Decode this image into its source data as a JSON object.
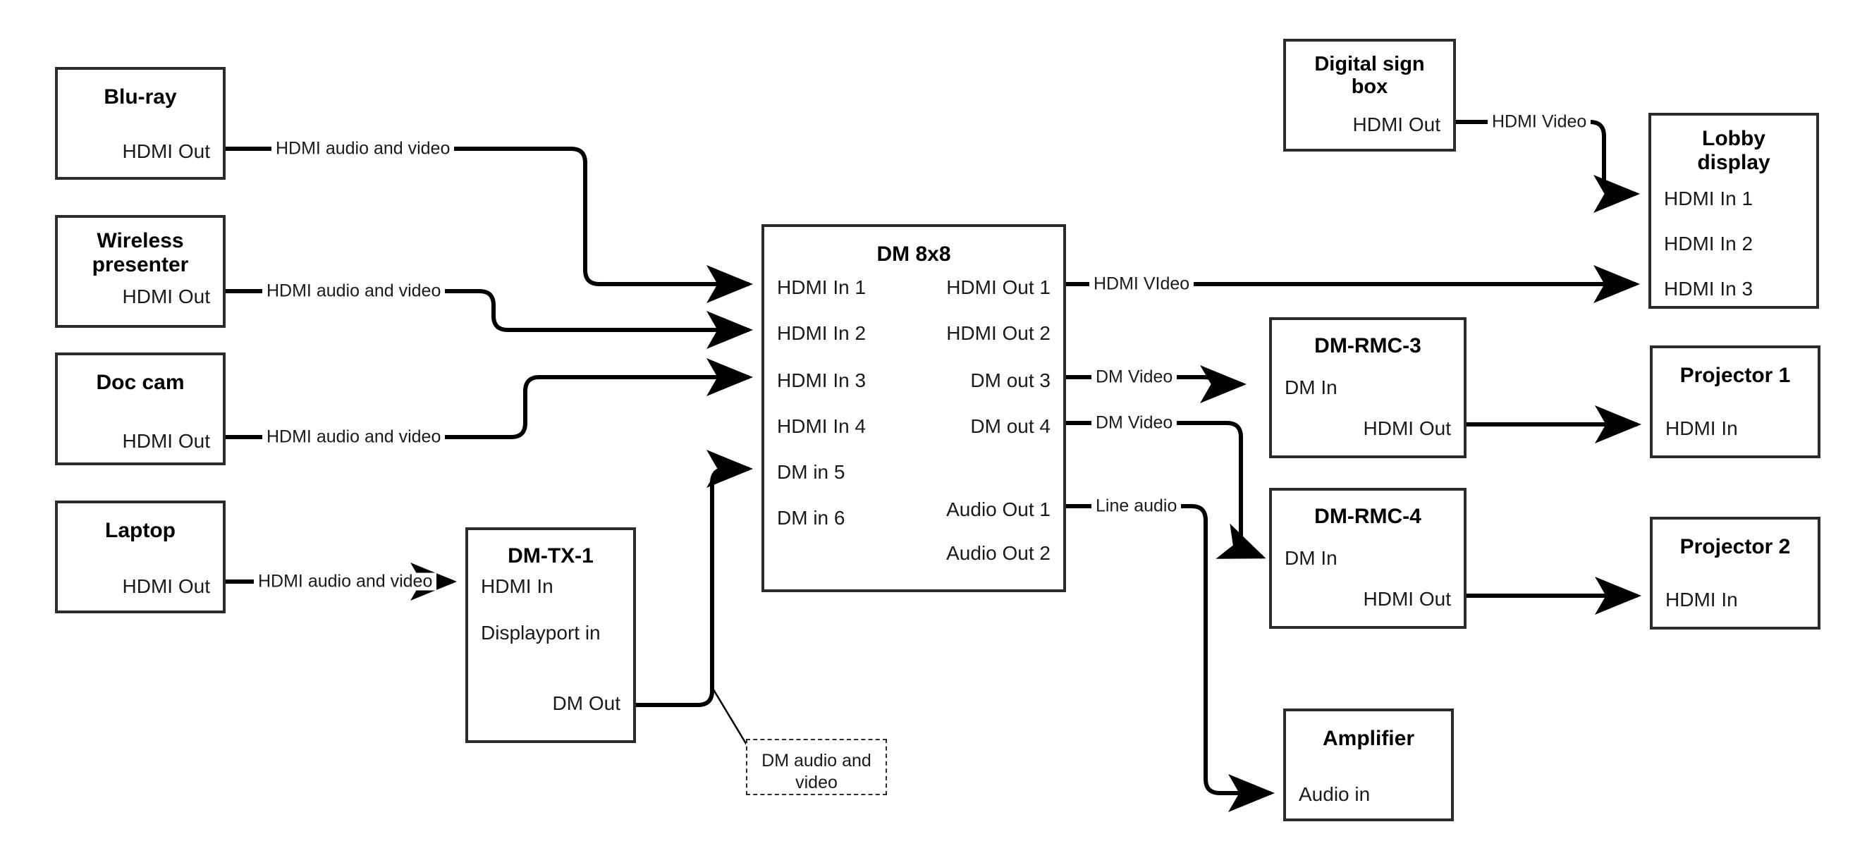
{
  "diagram": {
    "title": "AV signal flow diagram",
    "stroke_color": "#2b2b2b",
    "text_color": "#1a1a1a",
    "background": "#ffffff"
  },
  "nodes": {
    "bluray": {
      "title": "Blu-ray",
      "ports": {
        "out1": "HDMI Out"
      }
    },
    "wireless": {
      "title": "Wireless\npresenter",
      "ports": {
        "out1": "HDMI Out"
      }
    },
    "doccam": {
      "title": "Doc cam",
      "ports": {
        "out1": "HDMI Out"
      }
    },
    "laptop": {
      "title": "Laptop",
      "ports": {
        "out1": "HDMI Out"
      }
    },
    "dmtx1": {
      "title": "DM-TX-1",
      "ports": {
        "in1": "HDMI In",
        "in2": "Displayport in",
        "out1": "DM Out"
      }
    },
    "dm8x8": {
      "title": "DM 8x8",
      "inputs": [
        "HDMI In 1",
        "HDMI In 2",
        "HDMI In 3",
        "HDMI In 4",
        "DM in 5",
        "DM in 6"
      ],
      "outputs": [
        "HDMI Out 1",
        "HDMI Out 2",
        "DM out 3",
        "DM out 4",
        "Audio Out 1",
        "Audio Out 2"
      ]
    },
    "digitalsign": {
      "title": "Digital sign\nbox",
      "ports": {
        "out1": "HDMI Out"
      }
    },
    "lobby": {
      "title": "Lobby\ndisplay",
      "inputs": [
        "HDMI In 1",
        "HDMI In 2",
        "HDMI In 3"
      ]
    },
    "rmc3": {
      "title": "DM-RMC-3",
      "ports": {
        "in1": "DM In",
        "out1": "HDMI Out"
      }
    },
    "rmc4": {
      "title": "DM-RMC-4",
      "ports": {
        "in1": "DM In",
        "out1": "HDMI Out"
      }
    },
    "proj1": {
      "title": "Projector 1",
      "ports": {
        "in1": "HDMI In"
      }
    },
    "proj2": {
      "title": "Projector 2",
      "ports": {
        "in1": "HDMI In"
      }
    },
    "amplifier": {
      "title": "Amplifier",
      "ports": {
        "in1": "Audio in"
      }
    },
    "note": {
      "text": "DM audio and\nvideo"
    }
  },
  "wire_labels": {
    "bluray_to_dm": "HDMI audio and video",
    "wireless_to_dm": "HDMI audio and video",
    "doccam_to_dm": "HDMI audio and video",
    "laptop_to_tx": "HDMI audio and video",
    "dm_out1_to_lobby": "HDMI VIdeo",
    "dm_out3_to_rmc3": "DM Video",
    "dm_out4_to_rmc4": "DM Video",
    "dm_audio_to_amp": "Line audio",
    "sign_to_lobby": "HDMI Video"
  },
  "connections": [
    {
      "from": "bluray.HDMI Out",
      "to": "dm8x8.HDMI In 1",
      "label": "HDMI audio and video"
    },
    {
      "from": "wireless.HDMI Out",
      "to": "dm8x8.HDMI In 2",
      "label": "HDMI audio and video"
    },
    {
      "from": "doccam.HDMI Out",
      "to": "dm8x8.HDMI In 3",
      "label": "HDMI audio and video"
    },
    {
      "from": "laptop.HDMI Out",
      "to": "dmtx1.HDMI In",
      "label": "HDMI audio and video"
    },
    {
      "from": "dmtx1.DM Out",
      "to": "dm8x8.DM in 5",
      "label": "DM audio and video"
    },
    {
      "from": "dm8x8.HDMI Out 1",
      "to": "lobby.HDMI In 3",
      "label": "HDMI VIdeo"
    },
    {
      "from": "dm8x8.DM out 3",
      "to": "rmc3.DM In",
      "label": "DM Video"
    },
    {
      "from": "dm8x8.DM out 4",
      "to": "rmc4.DM In",
      "label": "DM Video"
    },
    {
      "from": "dm8x8.Audio Out 1",
      "to": "amplifier.Audio in",
      "label": "Line audio"
    },
    {
      "from": "digitalsign.HDMI Out",
      "to": "lobby.HDMI In 1",
      "label": "HDMI Video"
    },
    {
      "from": "rmc3.HDMI Out",
      "to": "proj1.HDMI In",
      "label": ""
    },
    {
      "from": "rmc4.HDMI Out",
      "to": "proj2.HDMI In",
      "label": ""
    }
  ]
}
